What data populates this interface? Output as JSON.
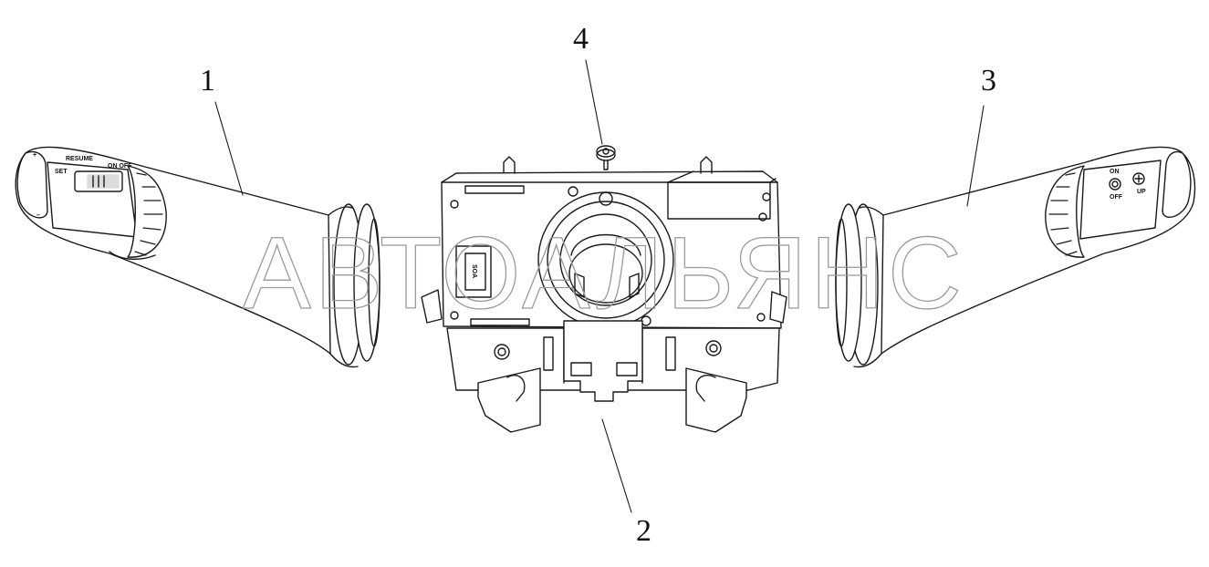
{
  "callouts": [
    {
      "id": "1",
      "label": "1"
    },
    {
      "id": "2",
      "label": "2"
    },
    {
      "id": "3",
      "label": "3"
    },
    {
      "id": "4",
      "label": "4"
    }
  ],
  "watermark": "АВТОАЛЬЯНС",
  "left_stalk_markings": {
    "resume": "RESUME",
    "on_off": "ON OFF",
    "set": "SET",
    "plus": "+",
    "minus": "–"
  },
  "right_stalk_markings": {
    "on": "ON",
    "off": "OFF",
    "up": "UP"
  },
  "connector_marking": "SOA",
  "colors": {
    "line": "#1a1a1a",
    "watermark": "#9a9a9a",
    "background": "#ffffff"
  }
}
